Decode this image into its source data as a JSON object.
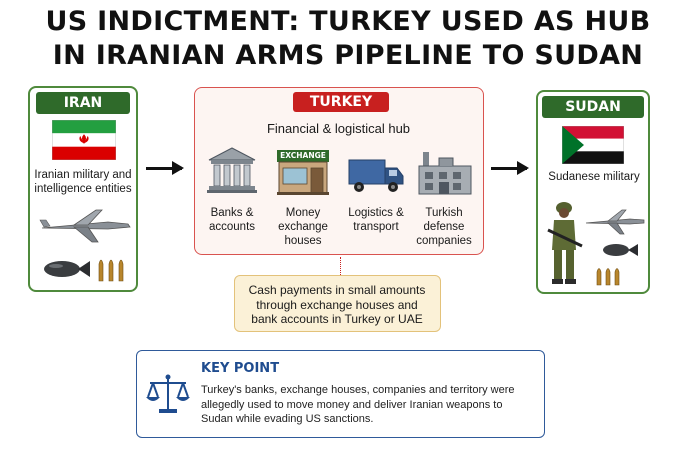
{
  "title": {
    "line1": "US INDICTMENT: TURKEY USED AS HUB",
    "line2": "IN IRANIAN ARMS PIPELINE TO SUDAN"
  },
  "iran": {
    "header": "IRAN",
    "caption": "Iranian military and intelligence entities"
  },
  "turkey": {
    "header": "TURKEY",
    "subtitle": "Financial & logistical hub",
    "items": [
      {
        "icon": "bank-icon",
        "label": "Banks & accounts"
      },
      {
        "icon": "exchange-house-icon",
        "sign": "EXCHANGE",
        "label": "Money exchange houses"
      },
      {
        "icon": "truck-icon",
        "label": "Logistics & transport"
      },
      {
        "icon": "factory-icon",
        "label": "Turkish defense companies"
      }
    ]
  },
  "sudan": {
    "header": "SUDAN",
    "caption": "Sudanese military"
  },
  "cash_note": "Cash payments in small amounts through exchange houses and bank accounts in Turkey or UAE",
  "key_point": {
    "heading": "KEY POINT",
    "text": "Turkey's banks, exchange houses, companies and territory were allegedly used to move money and deliver Iranian weapons to Sudan while evading US sanctions."
  },
  "colors": {
    "green_header": "#2f6a2a",
    "green_border": "#4f8a3c",
    "red_header": "#c8201f",
    "red_border": "#d9534f",
    "turkey_bg": "#fdf5f2",
    "note_bg": "#fbf1d7",
    "note_border": "#e3c27a",
    "key_border": "#2f5a9a",
    "key_heading": "#1f4c8f"
  }
}
